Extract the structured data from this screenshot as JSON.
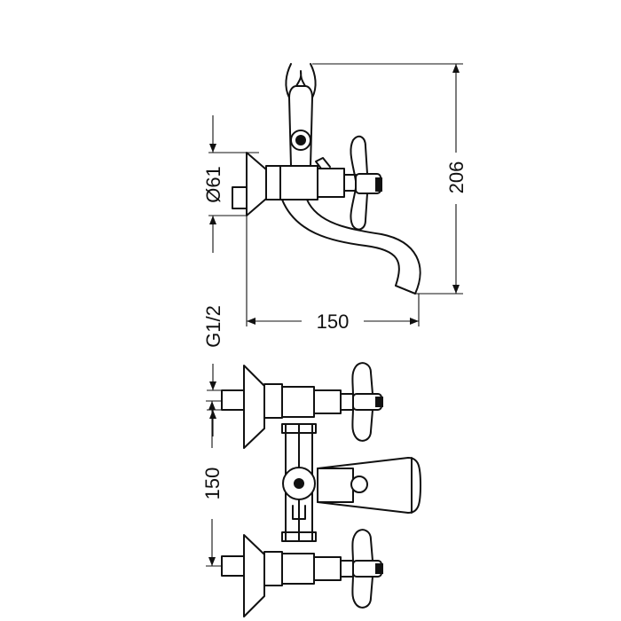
{
  "dimensions": {
    "diameter": "Ø61",
    "height": "206",
    "width_top": "150",
    "thread": "G1/2",
    "spacing": "150"
  },
  "colors": {
    "line": "#111111",
    "background": "#ffffff"
  }
}
